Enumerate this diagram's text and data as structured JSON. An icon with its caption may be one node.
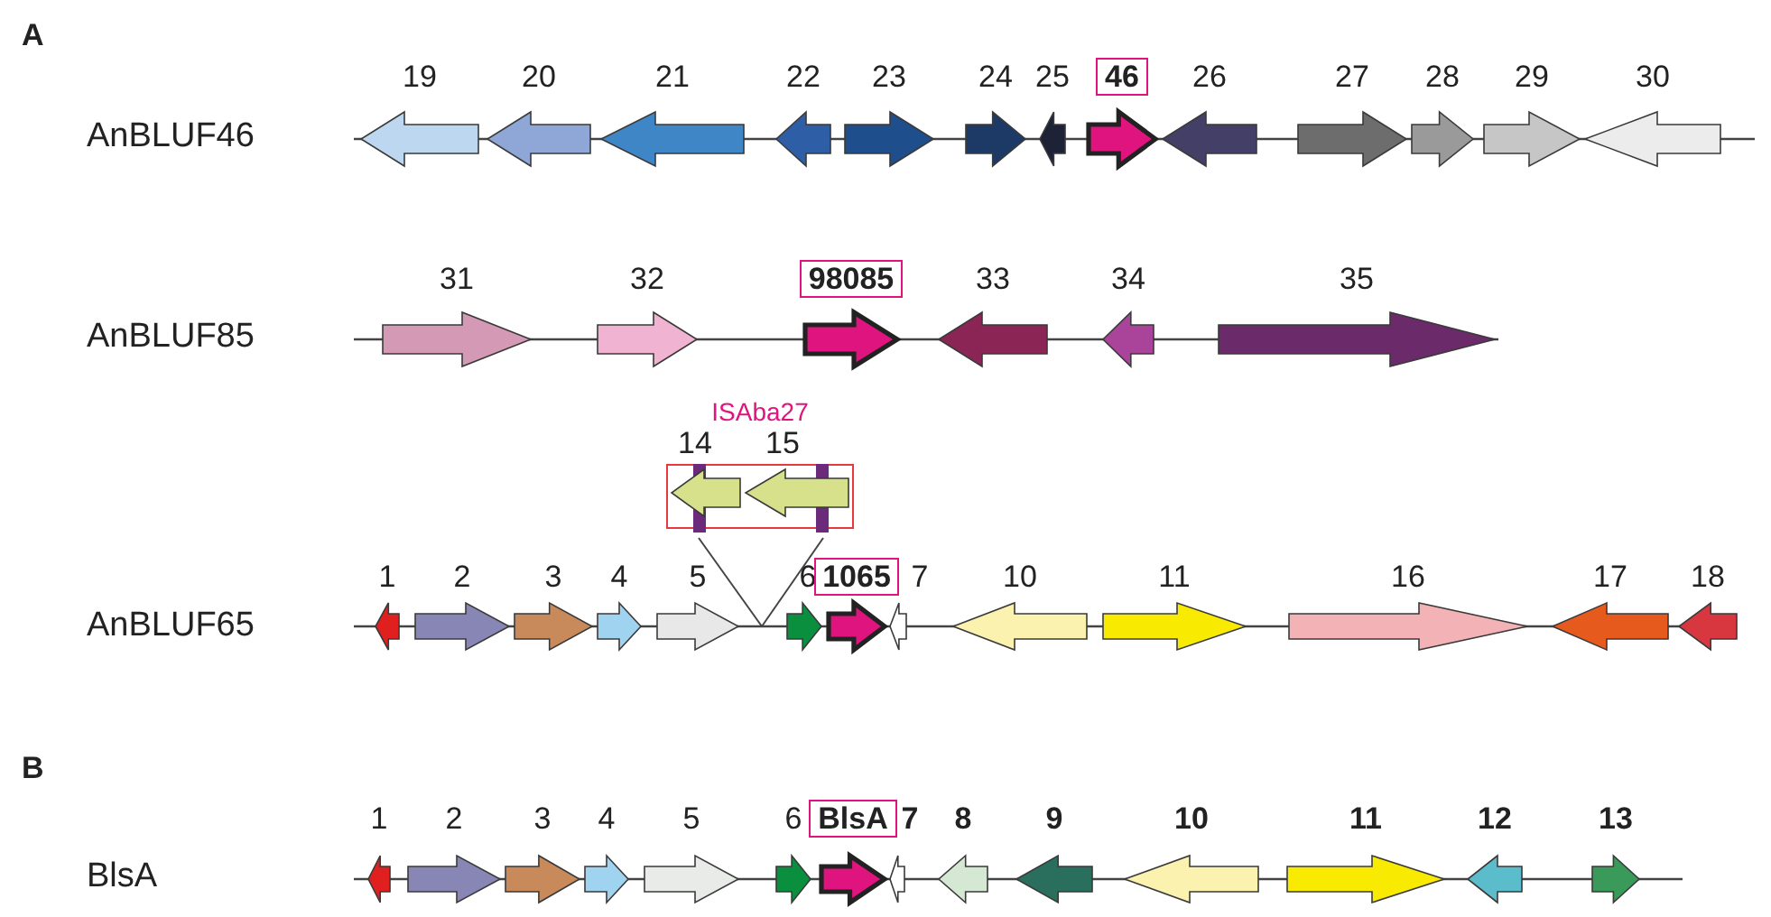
{
  "diagram": {
    "nodes": [
      {
        "text": [
          "19"
        ]
      },
      {
        "text": [
          "20"
        ]
      },
      {
        "text": [
          "21"
        ]
      },
      {
        "text": [
          "22"
        ]
      },
      {
        "text": [
          "23"
        ]
      },
      {
        "text": [
          "24"
        ]
      },
      {
        "text": [
          "25"
        ]
      },
      {
        "text": [
          "46"
        ]
      },
      {
        "text": [
          "26"
        ]
      },
      {
        "text": [
          "27"
        ]
      },
      {
        "text": [
          "28"
        ]
      },
      {
        "text": [
          "29"
        ]
      },
      {
        "text": [
          "30"
        ]
      },
      {
        "text": [
          "31"
        ]
      },
      {
        "text": [
          "32"
        ]
      },
      {
        "text": [
          "98085"
        ]
      },
      {
        "text": [
          "33"
        ]
      },
      {
        "text": [
          "34"
        ]
      },
      {
        "text": [
          "35"
        ]
      },
      {
        "text": [
          "ISAba27"
        ]
      },
      {
        "text": [
          "14"
        ],
        "in": 19
      },
      {
        "text": [
          "15"
        ],
        "in": 19
      },
      {
        "text": [
          "1"
        ]
      },
      {
        "text": [
          "2"
        ]
      },
      {
        "text": [
          "3"
        ]
      },
      {
        "text": [
          "4"
        ]
      },
      {
        "text": [
          "5"
        ]
      },
      {
        "text": [
          "6"
        ]
      },
      {
        "text": [
          "1065"
        ]
      },
      {
        "text": [
          "7"
        ]
      },
      {
        "text": [
          "10"
        ]
      },
      {
        "text": [
          "11"
        ]
      },
      {
        "text": [
          "16"
        ]
      },
      {
        "text": [
          "17"
        ]
      },
      {
        "text": [
          "18"
        ]
      },
      {
        "text": [
          "1"
        ]
      },
      {
        "text": [
          "2"
        ]
      },
      {
        "text": [
          "3"
        ]
      },
      {
        "text": [
          "4"
        ]
      },
      {
        "text": [
          "5"
        ]
      },
      {
        "text": [
          "6"
        ]
      },
      {
        "text": [
          "BlsA"
        ]
      },
      {
        "text": [
          "7"
        ]
      },
      {
        "text": [
          "8"
        ]
      },
      {
        "text": [
          "9"
        ]
      },
      {
        "text": [
          "10"
        ]
      },
      {
        "text": [
          "11"
        ]
      },
      {
        "text": [
          "12"
        ]
      },
      {
        "text": [
          "13"
        ]
      }
    ],
    "edges": [
      {
        "from": 19,
        "to": null,
        "arrow": "none"
      },
      {
        "from": 19,
        "to": null,
        "arrow": "none"
      }
    ],
    "labels": [
      "A",
      "AnBLUF46",
      "AnBLUF85",
      "AnBLUF65",
      "B",
      "BlsA"
    ]
  }
}
